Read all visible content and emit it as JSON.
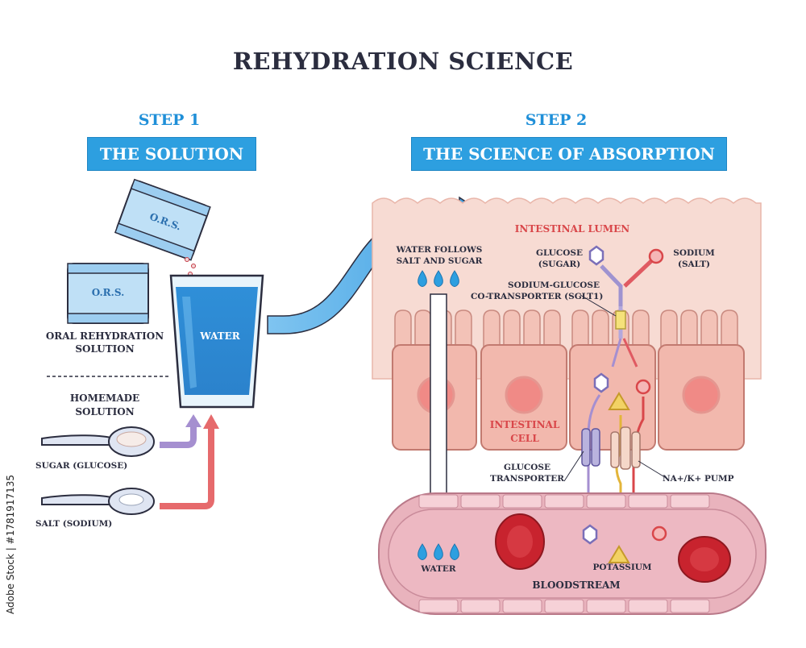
{
  "title": "REHYDRATION SCIENCE",
  "step1": {
    "heading": "STEP 1",
    "banner": "THE SOLUTION"
  },
  "step2": {
    "heading": "STEP 2",
    "banner": "THE SCIENCE OF ABSORPTION"
  },
  "left": {
    "packet_label": "O.R.S.",
    "ors_caption_line1": "ORAL REHYDRATION",
    "ors_caption_line2": "SOLUTION",
    "glass_label": "WATER",
    "homemade_line1": "HOMEMADE",
    "homemade_line2": "SOLUTION",
    "sugar_label": "SUGAR (GLUCOSE)",
    "salt_label": "SALT (SODIUM)"
  },
  "right": {
    "lumen_label": "INTESTINAL LUMEN",
    "water_follows_line1": "WATER FOLLOWS",
    "water_follows_line2": "SALT AND SUGAR",
    "glucose_line1": "GLUCOSE",
    "glucose_line2": "(SUGAR)",
    "sodium_line1": "SODIUM",
    "sodium_line2": "(SALT)",
    "sglt_line1": "SODIUM-GLUCOSE",
    "sglt_line2": "CO-TRANSPORTER (SGLT1)",
    "cell_line1": "INTESTINAL",
    "cell_line2": "CELL",
    "glut_line1": "GLUCOSE",
    "glut_line2": "TRANSPORTER",
    "pump_label": "NA+/K+ PUMP",
    "water_label": "WATER",
    "potassium_label": "POTASSIUM",
    "bloodstream_label": "BLOODSTREAM"
  },
  "watermark": "Adobe Stock | #1781917135",
  "colors": {
    "accent_blue": "#2d9fe0",
    "water_blue": "#3aa3e6",
    "sodium_red": "#e0505a",
    "glucose_purple": "#7b6fb8",
    "potassium_yellow": "#f2c94c",
    "tissue_pink": "#f7d9d2",
    "cell_pink": "#f2b8ad",
    "blood_vessel": "#e6a7b2",
    "rbc_red": "#c8232e"
  }
}
